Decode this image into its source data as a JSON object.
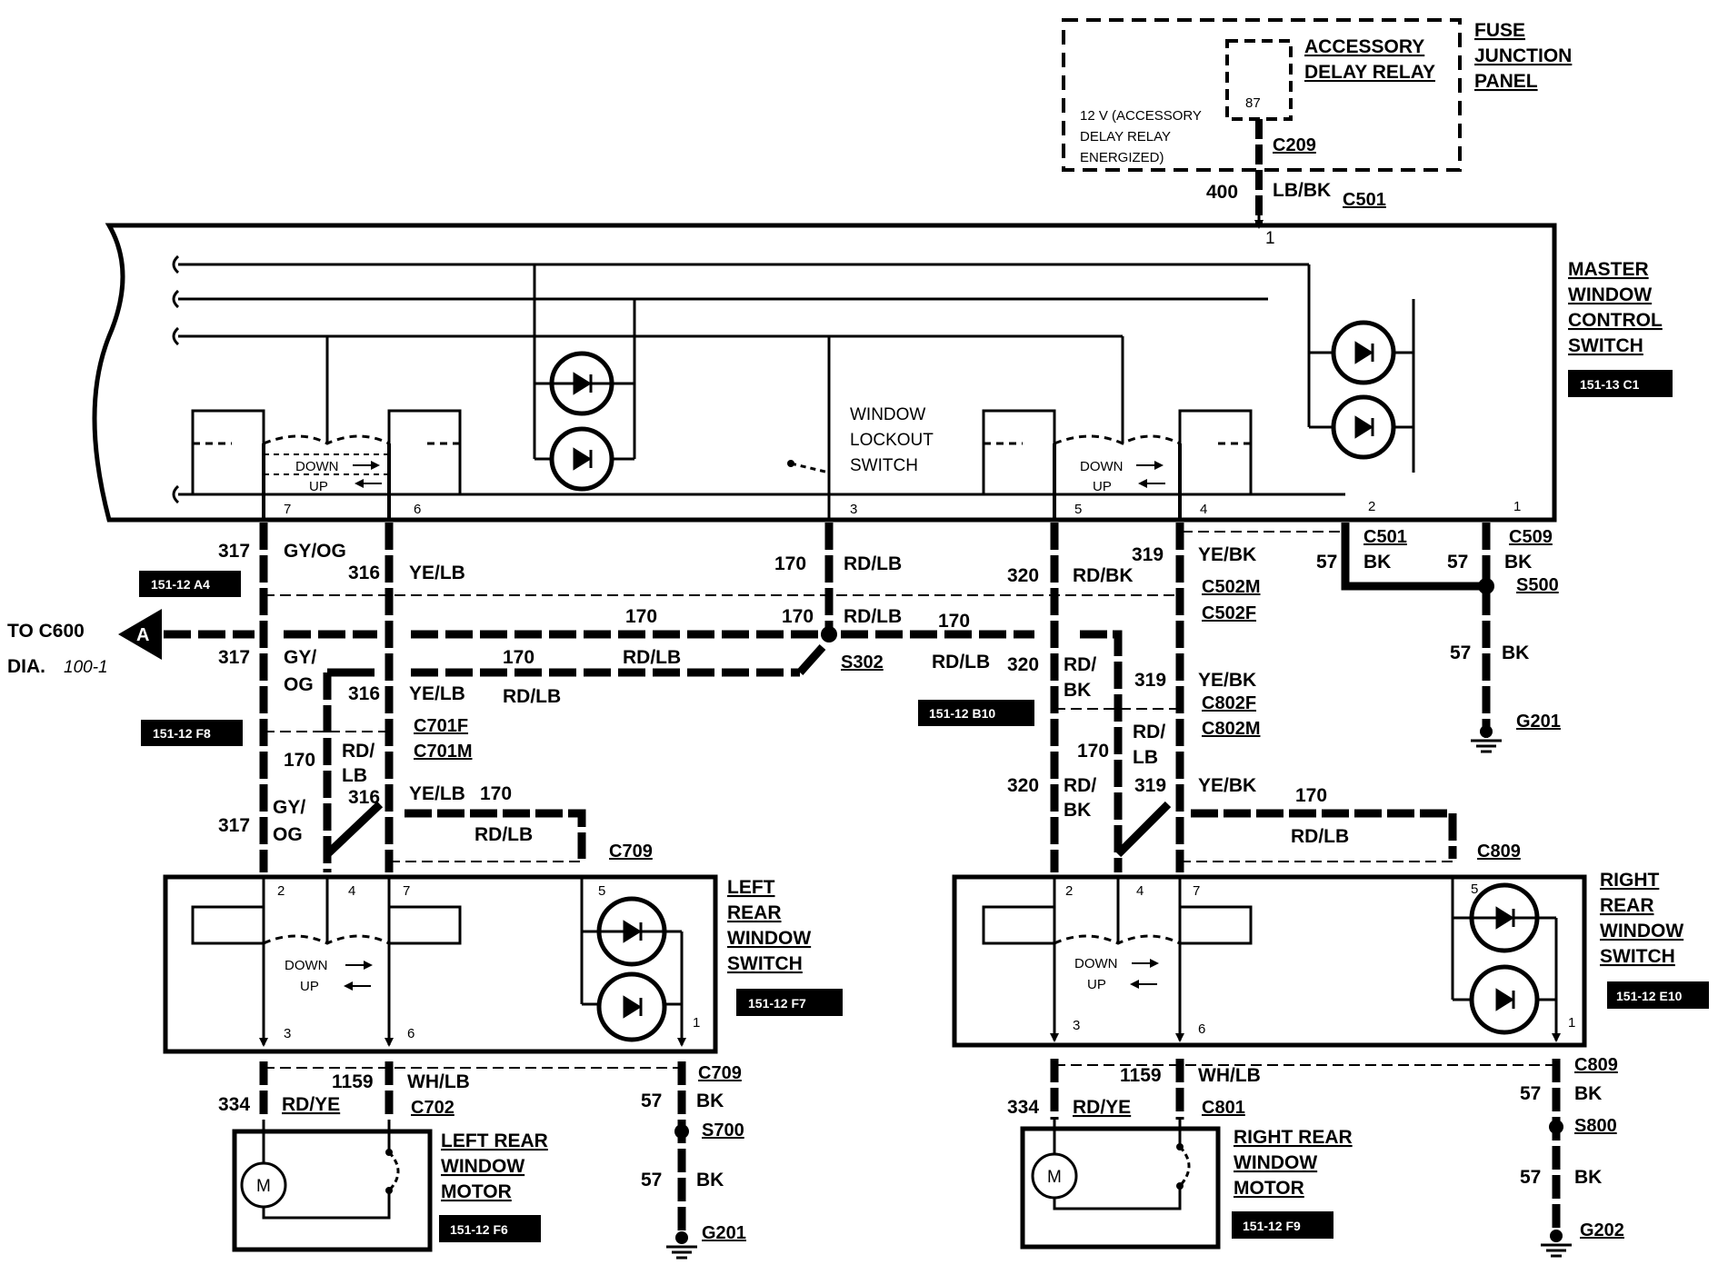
{
  "fuse_panel": {
    "title_lines": [
      "FUSE",
      "JUNCTION",
      "PANEL"
    ],
    "relay_lines": [
      "ACCESSORY",
      "DELAY RELAY"
    ],
    "relay_pin": "87",
    "note_lines": [
      "12 V (ACCESSORY",
      "DELAY RELAY",
      "ENERGIZED)"
    ],
    "connector": "C209"
  },
  "feed": {
    "circuit": "400",
    "color": "LB/BK",
    "connector": "C501"
  },
  "master_switch": {
    "title_lines": [
      "MASTER",
      "WINDOW",
      "CONTROL",
      "SWITCH"
    ],
    "ref": "151-13 C1",
    "lockout_lines": [
      "WINDOW",
      "LOCKOUT",
      "SWITCH"
    ],
    "down_label": "DOWN",
    "up_label": "UP",
    "pins": [
      "7",
      "6",
      "3",
      "5",
      "4",
      "2",
      "1",
      "1"
    ]
  },
  "wires": {
    "w317": {
      "num": "317",
      "color": "GY/OG",
      "color_top": "GY/",
      "color_bot": "OG"
    },
    "w316": {
      "num": "316",
      "color": "YE/LB"
    },
    "w170": {
      "num": "170",
      "color": "RD/LB",
      "color_top": "RD/",
      "color_bot": "LB"
    },
    "w320": {
      "num": "320",
      "color": "RD/BK",
      "color_top": "RD/",
      "color_bot": "BK"
    },
    "w319": {
      "num": "319",
      "color": "YE/BK"
    },
    "w57": {
      "num": "57",
      "color": "BK"
    },
    "w1159": {
      "num": "1159",
      "color": "WH/LB"
    },
    "w334": {
      "num": "334",
      "color": "RD/YE"
    }
  },
  "connectors": {
    "c501": "C501",
    "c509": "C509",
    "s500": "S500",
    "g201": "G201",
    "c502m": "C502M",
    "c502f": "C502F",
    "c802f": "C802F",
    "c802m": "C802M",
    "c701f": "C701F",
    "c701m": "C701M",
    "s302": "S302",
    "c709": "C709",
    "c809": "C809",
    "c702": "C702",
    "c801": "C801",
    "s700": "S700",
    "s800": "S800",
    "g202": "G202"
  },
  "refs": {
    "a4": "151-12 A4",
    "f8": "151-12 F8",
    "b10": "151-12 B10",
    "f7": "151-12 F7",
    "e10": "151-12 E10",
    "f6": "151-12 F6",
    "f9": "151-12 F9"
  },
  "offpage": {
    "arrow_letter": "A",
    "line1": "TO C600",
    "line2": "DIA.",
    "page": "100-1"
  },
  "left_rear_switch": {
    "title_lines": [
      "LEFT",
      "REAR",
      "WINDOW",
      "SWITCH"
    ],
    "pins": [
      "2",
      "4",
      "7",
      "5",
      "3",
      "6",
      "1"
    ]
  },
  "right_rear_switch": {
    "title_lines": [
      "RIGHT",
      "REAR",
      "WINDOW",
      "SWITCH"
    ],
    "pins": [
      "2",
      "4",
      "7",
      "5",
      "3",
      "6",
      "1"
    ]
  },
  "left_motor": {
    "title_lines": [
      "LEFT REAR",
      "WINDOW",
      "MOTOR"
    ],
    "symbol": "M"
  },
  "right_motor": {
    "title_lines": [
      "RIGHT REAR",
      "WINDOW",
      "MOTOR"
    ],
    "symbol": "M"
  }
}
